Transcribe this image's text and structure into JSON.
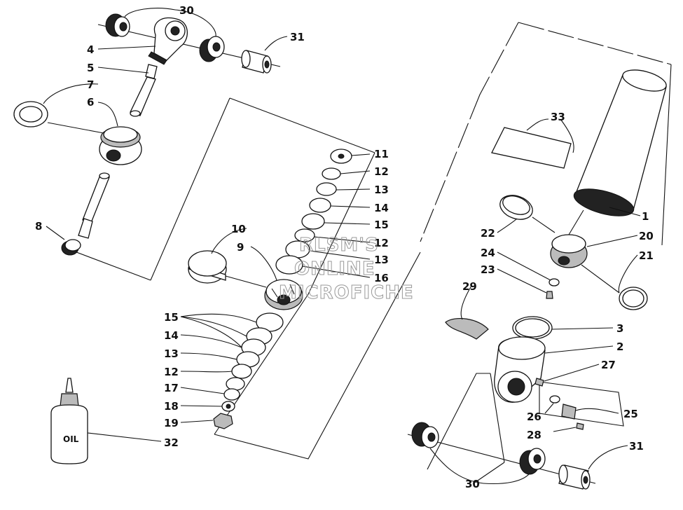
{
  "diagram": {
    "callouts": {
      "c1": "1",
      "c2": "2",
      "c3": "3",
      "c4": "4",
      "c5": "5",
      "c6": "6",
      "c7": "7",
      "c8": "8",
      "c9": "9",
      "c10": "10",
      "c11": "11",
      "c12a": "12",
      "c13a": "13",
      "c14a": "14",
      "c15a": "15",
      "c12b": "12",
      "c13b": "13",
      "c16": "16",
      "c15b": "15",
      "c14b": "14",
      "c13c": "13",
      "c12c": "12",
      "c17": "17",
      "c18": "18",
      "c19": "19",
      "c20": "20",
      "c21": "21",
      "c22": "22",
      "c23": "23",
      "c24": "24",
      "c25": "25",
      "c26": "26",
      "c27": "27",
      "c28": "28",
      "c29": "29",
      "c30a": "30",
      "c30b": "30",
      "c31a": "31",
      "c31b": "31",
      "c32": "32",
      "c33": "33"
    },
    "bottle_label": "OIL",
    "watermark": {
      "line1": "RLSM'S",
      "line2": "ONLINE",
      "line3": "MICROFICHE"
    }
  }
}
